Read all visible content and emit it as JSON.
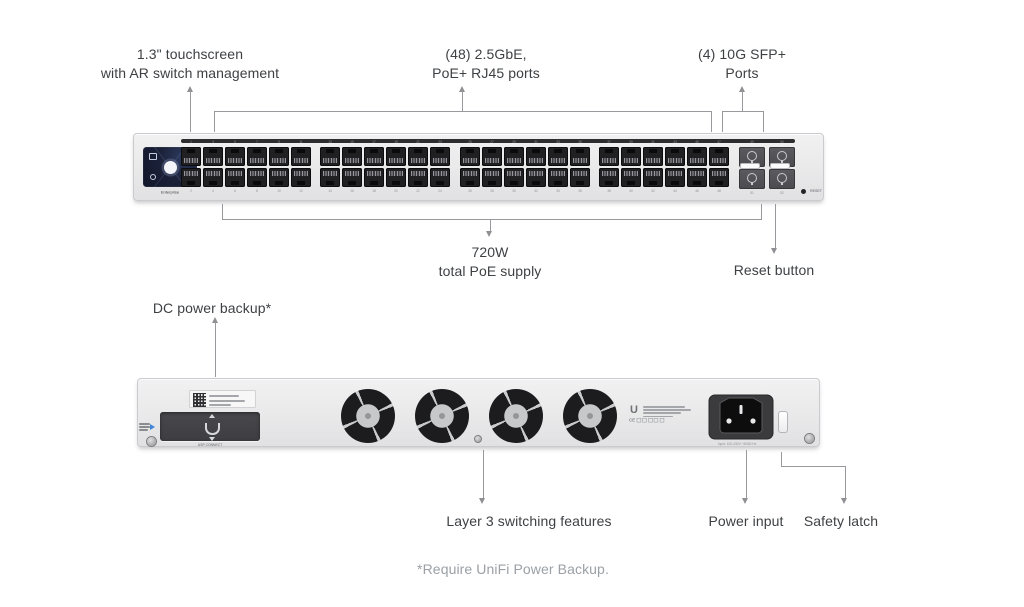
{
  "colors": {
    "accent_blue": "#3f86d8",
    "annotation_text": "#3e4144",
    "muted_text": "#9aa0a5",
    "line_gray": "#98989d",
    "chassis": "#e9e9ea",
    "screen_navy": "#1b2138"
  },
  "annotations": {
    "touchscreen": {
      "line1": "1.3\" touchscreen",
      "line2": "with AR switch management"
    },
    "ports": {
      "line1": "(48) 2.5GbE,",
      "line2": "PoE+ RJ45 ports"
    },
    "sfp": {
      "line1": "(4) 10G SFP+",
      "line2": "Ports"
    },
    "poe": {
      "line1": "720W",
      "line2": "total PoE supply"
    },
    "reset": "Reset button",
    "dc": "DC power backup*",
    "layer3": "Layer 3 switching features",
    "power": "Power input",
    "safety": "Safety latch",
    "footnote": "*Require UniFi Power Backup."
  },
  "front_panel": {
    "brand": "Enterprise",
    "reset_label": "RESET",
    "rj45_count": 48,
    "rj45_columns": 24,
    "group_size": 6,
    "sfp_count": 4,
    "sfp_labels": [
      "49",
      "50",
      "51",
      "52"
    ]
  },
  "rear_panel": {
    "usp_label": "USP CONNECT",
    "fan_count": 4,
    "input_label": "Input: 100-240V~ 50/60 Hz",
    "cert": "CE"
  }
}
